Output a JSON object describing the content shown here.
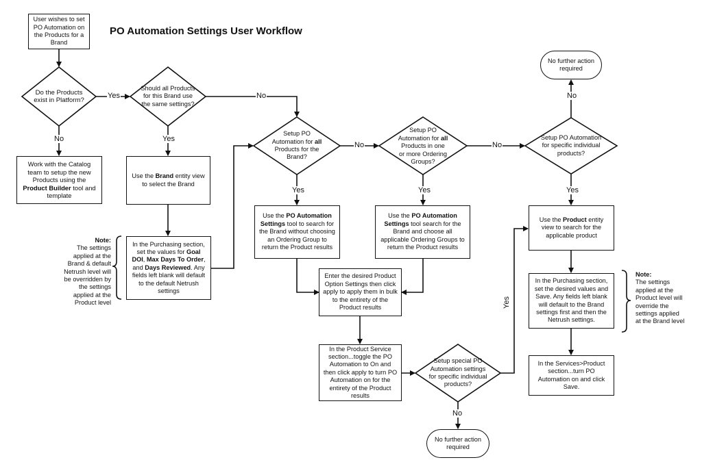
{
  "title": "PO Automation Settings User Workflow",
  "nodes": {
    "start": "User wishes to set PO Automation on the Products for a Brand",
    "d_exist": "Do the Products exist in Platform?",
    "catalog": [
      "Work with the Catalog team to setup the new Products using the ",
      "Product Builder",
      " tool and template"
    ],
    "d_same": "Should all Products for this Brand use the same settings?",
    "brand_view": [
      "Use the ",
      "Brand",
      " entity view to select the Brand"
    ],
    "purchasing_brand": [
      "In the Purchasing section, set the values for ",
      "Goal DOI",
      ", ",
      "Max Days To Order",
      ", and ",
      "Days Reviewed",
      ". Any fields left blank will default to the default Netrush settings"
    ],
    "d_all": [
      "Setup PO Automation for ",
      "all",
      " Products for the Brand?"
    ],
    "tool_all": [
      "Use the ",
      "PO Automation Settings",
      " tool to search for the Brand without choosing an Ordering Group to return the Product results"
    ],
    "d_groups": [
      "Setup PO Automation for ",
      "all",
      " Products in one or more Ordering Groups?"
    ],
    "tool_groups": [
      "Use the ",
      "PO Automation Settings",
      " tool search for the Brand and choose all applicable Ordering Groups to return the Product results"
    ],
    "option_settings": "Enter the desired Product Option Settings then click apply to apply them in bulk to the entirety of the Product results",
    "product_service": "In the Product Service section...toggle the PO Automation to On and then click apply to turn PO Automation on for the entirety of the Product results",
    "d_special": "Setup special PO Automation settings for specific individual products?",
    "nfa_bottom": "No further action required",
    "d_specific": "Setup PO Automation for specific individual products?",
    "nfa_top": "No further action required",
    "product_view": [
      "Use the ",
      "Product",
      " entity view to search for the applicable product"
    ],
    "purchasing_product": "In the Purchasing section, set the desired values and Save. Any fields left blank will default to the Brand settings first and then the Netrush settings.",
    "services": "In the Services>Product section...turn PO Automation on and click Save."
  },
  "labels": {
    "yes": "Yes",
    "no": "No"
  },
  "notes": {
    "left": {
      "heading": "Note:",
      "body": "The settings applied at the Brand & default Netrush level will be overridden by the settings applied at the Product level"
    },
    "right": {
      "heading": "Note:",
      "body": "The settings applied at the Product level will override the settings applied at the Brand level"
    }
  }
}
